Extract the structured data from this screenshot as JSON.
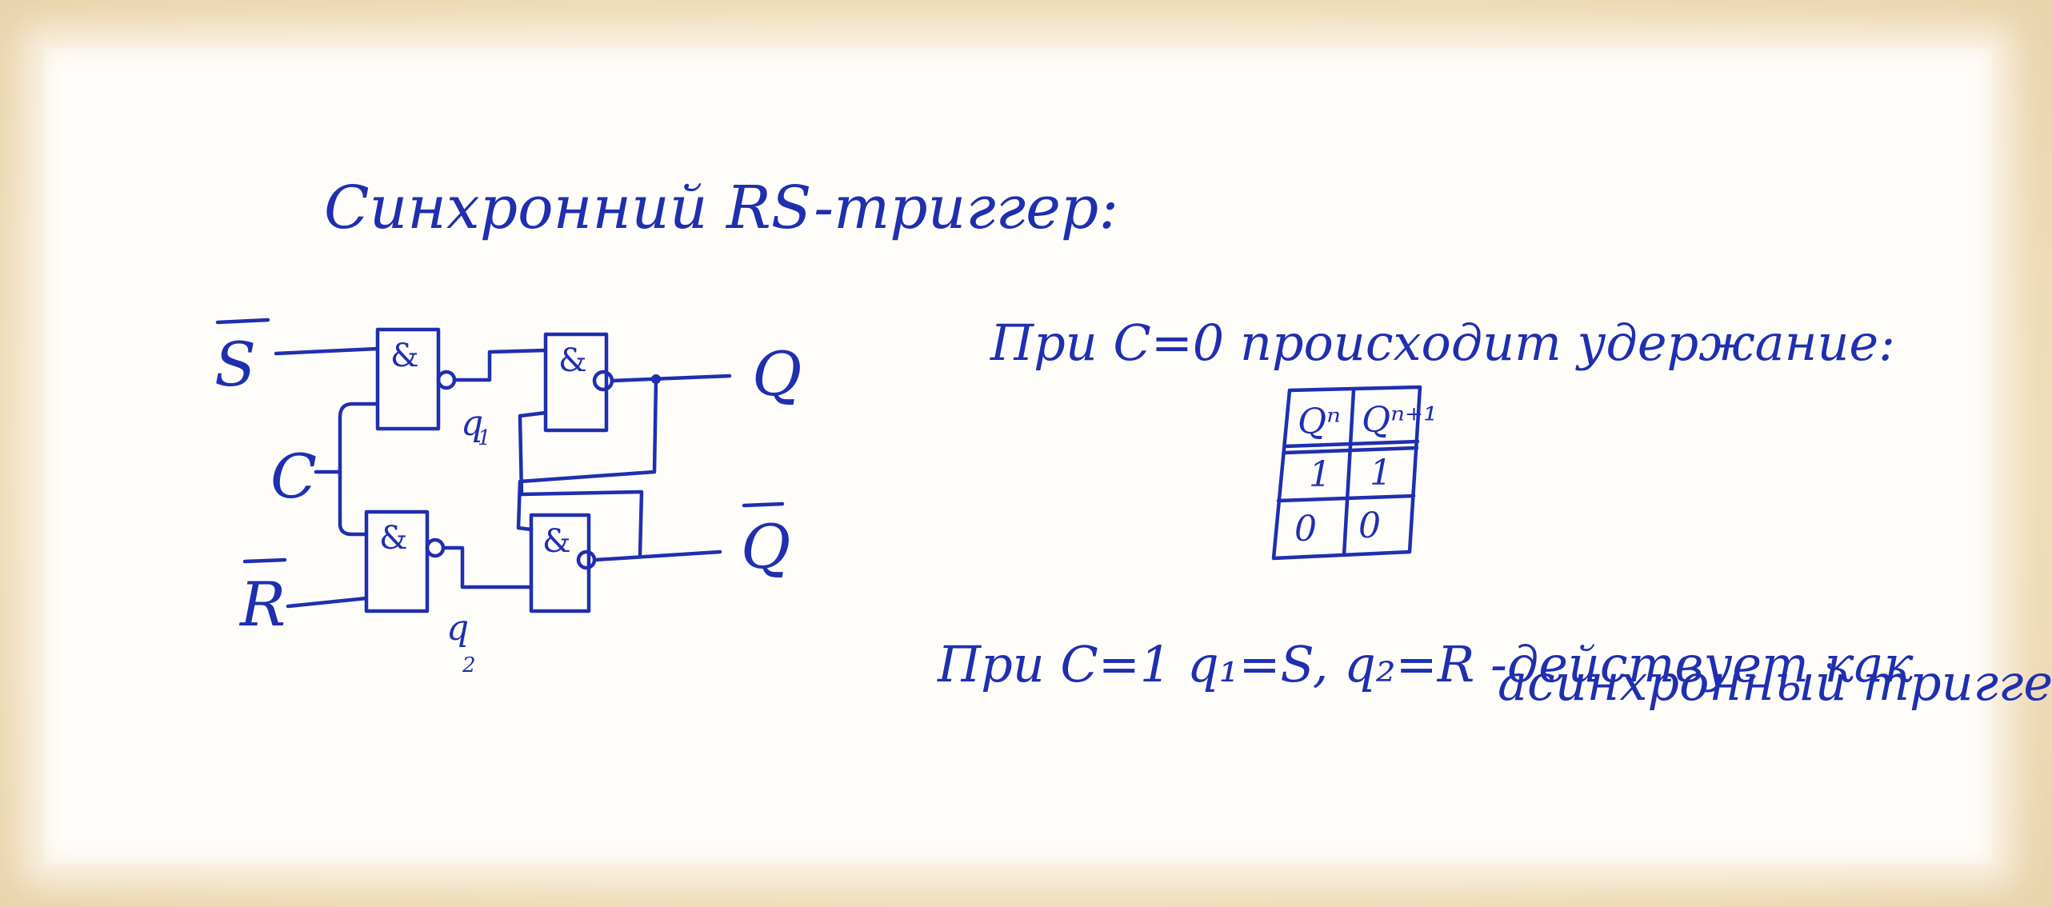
{
  "title": "Синхронний RS-триггер:",
  "diagram": {
    "inputs": {
      "s_bar": "S",
      "c": "C",
      "r_bar": "R"
    },
    "outputs": {
      "q": "Q",
      "q_bar": "Q"
    },
    "gate_symbol": "&",
    "internal": {
      "q1": "q",
      "q1_sub": "1",
      "q2": "q",
      "q2_sub": "2"
    }
  },
  "hold_note": "При C=0  происходит удержание:",
  "table": {
    "headers": [
      "Qⁿ",
      "Qⁿ⁺¹"
    ],
    "rows": [
      [
        "1",
        "1"
      ],
      [
        "0",
        "0"
      ]
    ]
  },
  "async_note": {
    "line1": "При C=1   q₁=S, q₂=R -действует как",
    "line2": "асинхронный триггер."
  }
}
